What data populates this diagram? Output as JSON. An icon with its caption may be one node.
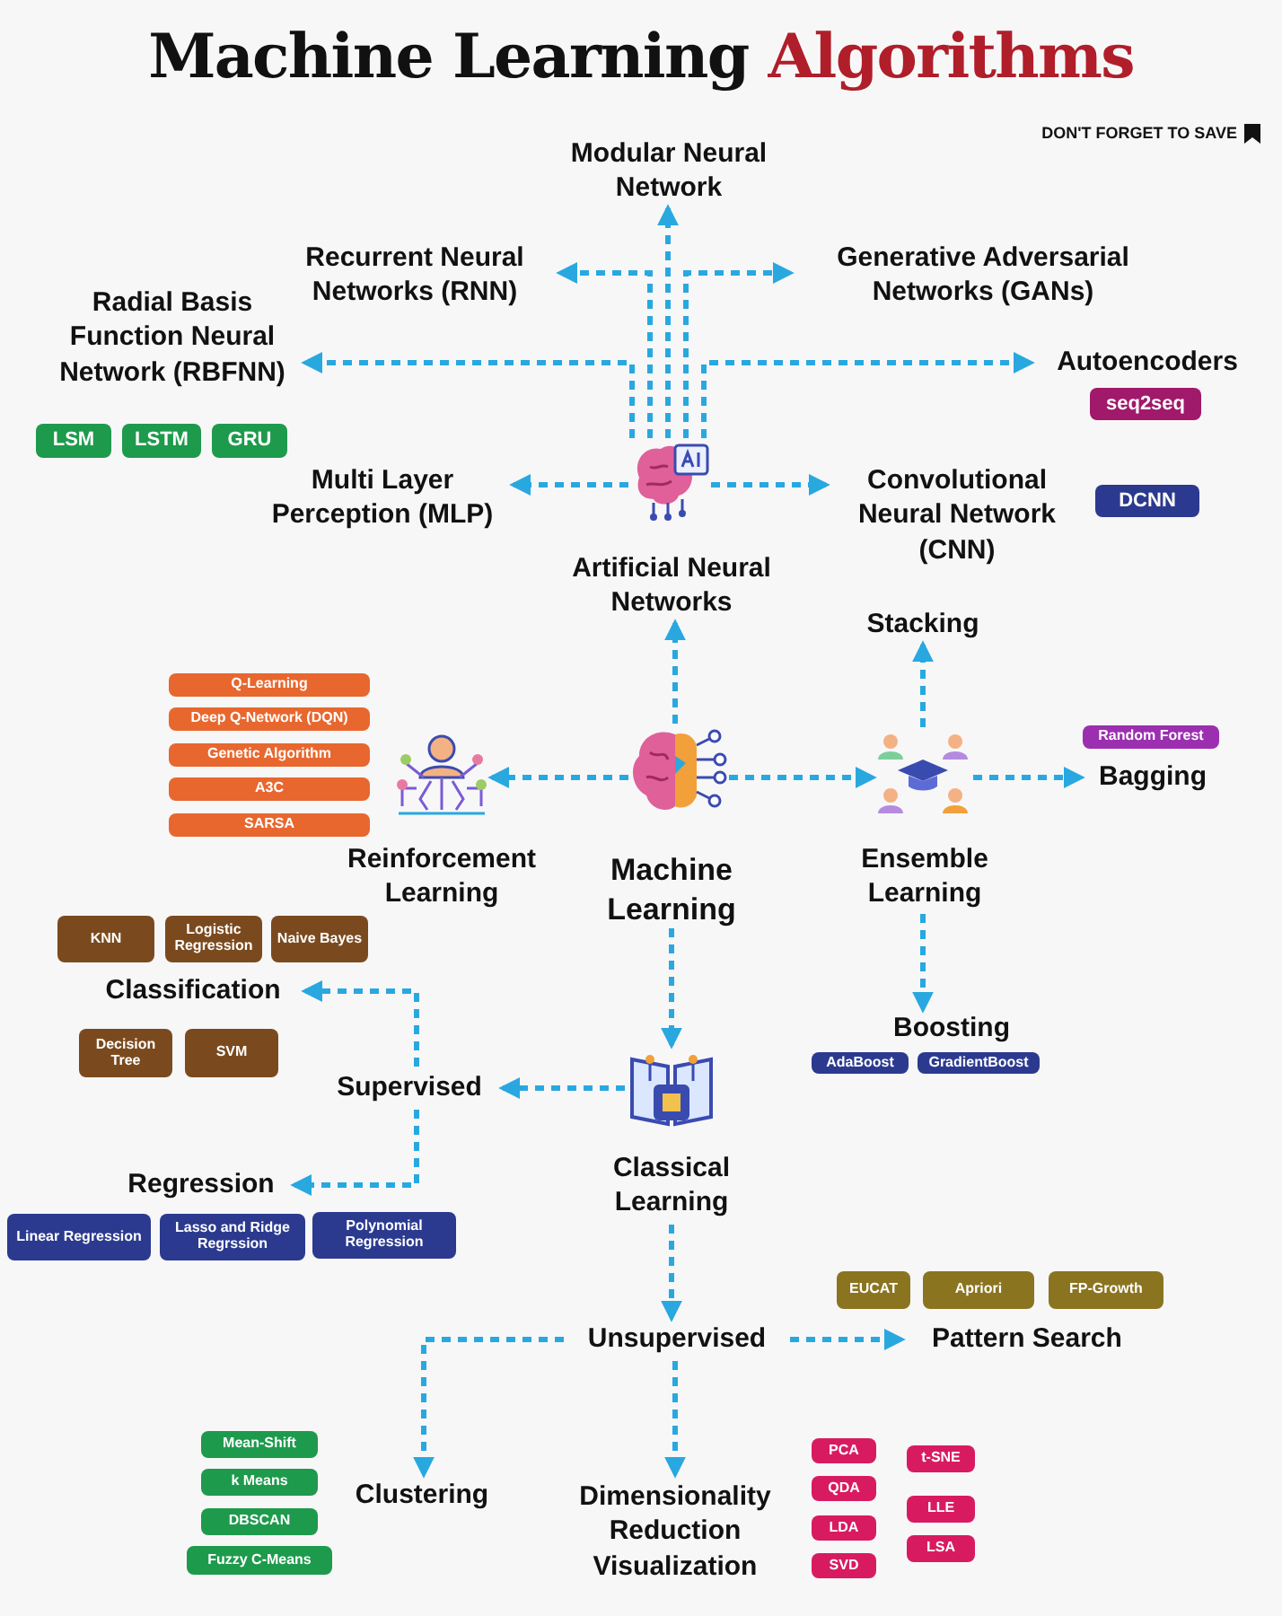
{
  "diagram": {
    "title": "Machine Learning Algorithms",
    "nodes": [
      {
        "text": [
          "Modular Neural Network"
        ]
      },
      {
        "text": [
          "Recurrent Neural Networks (RNN)"
        ]
      },
      {
        "text": [
          "Generative Adversarial Networks (GANs)"
        ]
      },
      {
        "text": [
          "Radial Basis Function Neural Network (RBFNN)"
        ]
      },
      {
        "text": [
          "Autoencoders"
        ]
      },
      {
        "text": [
          "seq2seq"
        ]
      },
      {
        "text": [
          "LSM"
        ]
      },
      {
        "text": [
          "LSTM"
        ]
      },
      {
        "text": [
          "GRU"
        ]
      },
      {
        "text": [
          "Multi Layer Perception (MLP)"
        ]
      },
      {
        "text": [],
        "shape": "picture"
      },
      {
        "text": [
          "Convolutional Neural Network (CNN)"
        ]
      },
      {
        "text": [
          "DCNN"
        ]
      },
      {
        "text": [
          "Artificial Neural Networks"
        ]
      },
      {
        "text": [
          "Stacking"
        ]
      },
      {
        "text": [
          "Q-Learning"
        ]
      },
      {
        "text": [
          "Deep Q-Network (DQN)"
        ]
      },
      {
        "text": [
          "Genetic Algorithm"
        ]
      },
      {
        "text": [
          "A3C"
        ]
      },
      {
        "text": [
          "SARSA"
        ]
      },
      {
        "text": [],
        "shape": "picture"
      },
      {
        "text": [],
        "shape": "picture"
      },
      {
        "text": [],
        "shape": "picture"
      },
      {
        "text": [
          "Random Forest"
        ]
      },
      {
        "text": [
          "Bagging"
        ]
      },
      {
        "text": [
          "Reinforcement Learning"
        ]
      },
      {
        "text": [
          "Machine Learning"
        ]
      },
      {
        "text": [
          "Ensemble Learning"
        ]
      },
      {
        "text": [
          "KNN"
        ]
      },
      {
        "text": [
          "Logistic Regression"
        ]
      },
      {
        "text": [
          "Naive Bayes"
        ]
      },
      {
        "text": [
          "Classification"
        ]
      },
      {
        "text": [
          "Decision Tree"
        ]
      },
      {
        "text": [
          "SVM"
        ]
      },
      {
        "text": [
          "Supervised"
        ]
      },
      {
        "text": [],
        "shape": "picture"
      },
      {
        "text": [
          "Boosting"
        ]
      },
      {
        "text": [
          "AdaBoost"
        ]
      },
      {
        "text": [
          "GradientBoost"
        ]
      },
      {
        "text": [
          "Classical Learning"
        ]
      },
      {
        "text": [
          "Regression"
        ]
      },
      {
        "text": [
          "Linear Regression"
        ]
      },
      {
        "text": [
          "Lasso and Ridge Regrssion"
        ]
      },
      {
        "text": [
          "Polynomial Regression"
        ]
      },
      {
        "text": [
          "EUCAT"
        ]
      },
      {
        "text": [
          "Apriori"
        ]
      },
      {
        "text": [
          "FP-Growth"
        ]
      },
      {
        "text": [
          "Unsupervised"
        ]
      },
      {
        "text": [
          "Pattern Search"
        ]
      },
      {
        "text": [
          "Mean-Shift"
        ]
      },
      {
        "text": [
          "k Means"
        ]
      },
      {
        "text": [
          "DBSCAN"
        ]
      },
      {
        "text": [
          "Fuzzy C-Means"
        ]
      },
      {
        "text": [
          "Clustering"
        ]
      },
      {
        "text": [
          "Dimensionality Reduction Visualization"
        ]
      },
      {
        "text": [
          "PCA"
        ]
      },
      {
        "text": [
          "QDA"
        ]
      },
      {
        "text": [
          "LDA"
        ]
      },
      {
        "text": [
          "SVD"
        ]
      },
      {
        "text": [
          "t-SNE"
        ]
      },
      {
        "text": [
          "LLE"
        ]
      },
      {
        "text": [
          "LSA"
        ]
      }
    ],
    "edges": [
      {
        "from": 10,
        "to": 0,
        "arrow": "to",
        "style": "dashed"
      },
      {
        "from": 10,
        "to": 1,
        "arrow": "to",
        "style": "dashed"
      },
      {
        "from": 10,
        "to": 2,
        "arrow": "to",
        "style": "dashed"
      },
      {
        "from": 10,
        "to": 3,
        "arrow": "to",
        "style": "dashed"
      },
      {
        "from": 10,
        "to": 4,
        "arrow": "to",
        "style": "dashed"
      },
      {
        "from": 10,
        "to": 9,
        "arrow": "to",
        "style": "dashed"
      },
      {
        "from": 10,
        "to": 11,
        "arrow": "to",
        "style": "dashed"
      },
      {
        "from": 21,
        "to": 13,
        "arrow": "to",
        "style": "dashed"
      },
      {
        "from": 21,
        "to": 20,
        "arrow": "to",
        "style": "dashed"
      },
      {
        "from": 21,
        "to": 22,
        "arrow": "to",
        "style": "dashed"
      },
      {
        "from": 22,
        "to": 14,
        "arrow": "to",
        "style": "dashed"
      },
      {
        "from": 22,
        "to": 24,
        "arrow": "to",
        "style": "dashed"
      },
      {
        "from": 27,
        "to": 36,
        "arrow": "to",
        "style": "dashed"
      },
      {
        "from": 26,
        "to": 35,
        "arrow": "to",
        "style": "dashed"
      },
      {
        "from": 35,
        "to": 34,
        "arrow": "to",
        "style": "dashed"
      },
      {
        "from": 34,
        "to": 31,
        "arrow": "to",
        "style": "dashed"
      },
      {
        "from": 34,
        "to": 40,
        "arrow": "to",
        "style": "dashed"
      },
      {
        "from": 39,
        "to": 47,
        "arrow": "to",
        "style": "dashed"
      },
      {
        "from": 47,
        "to": 53,
        "arrow": "to",
        "style": "dashed"
      },
      {
        "from": 47,
        "to": 54,
        "arrow": "to",
        "style": "dashed"
      },
      {
        "from": 47,
        "to": 48,
        "arrow": "to",
        "style": "dashed"
      }
    ],
    "labels": [
      "DON'T FORGET TO SAVE"
    ]
  }
}
